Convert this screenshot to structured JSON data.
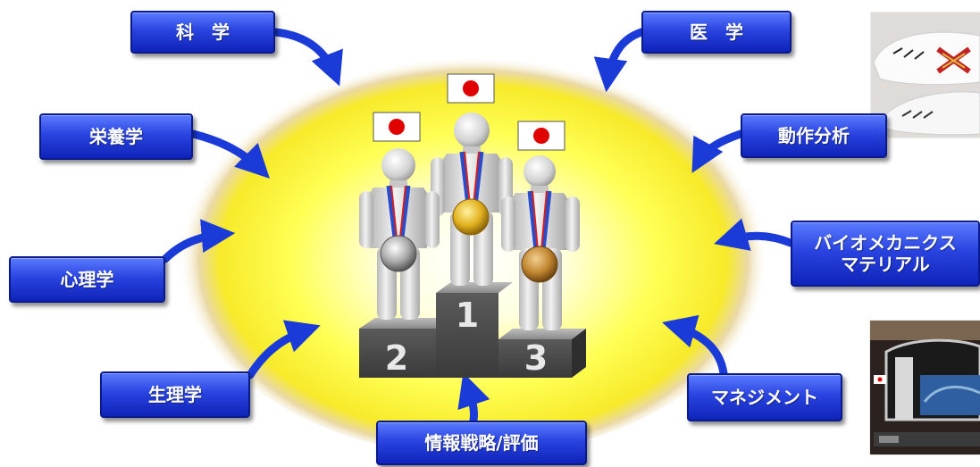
{
  "labels": {
    "science": "科　学",
    "medicine": "医　学",
    "nutrition": "栄養学",
    "motion_analysis": "動作分析",
    "psychology": "心理学",
    "biomechanics": "バイオメカニクス\nマテリアル",
    "physiology": "生理学",
    "management": "マネジメント",
    "information": "情報戦略/評価"
  },
  "podium": {
    "first": "1",
    "second": "2",
    "third": "3"
  },
  "colors": {
    "label_blue": "#1f3ad6",
    "label_border": "#0a1a8a",
    "arrow_blue": "#1a3bd8",
    "glow_yellow": "#ffff33",
    "glow_orange": "#e8c79a",
    "flag_red": "#e00000",
    "gold": "#e2b11f",
    "silver": "#a8a8a8",
    "bronze": "#c0862f",
    "podium_gray": "#4a4a4a"
  }
}
